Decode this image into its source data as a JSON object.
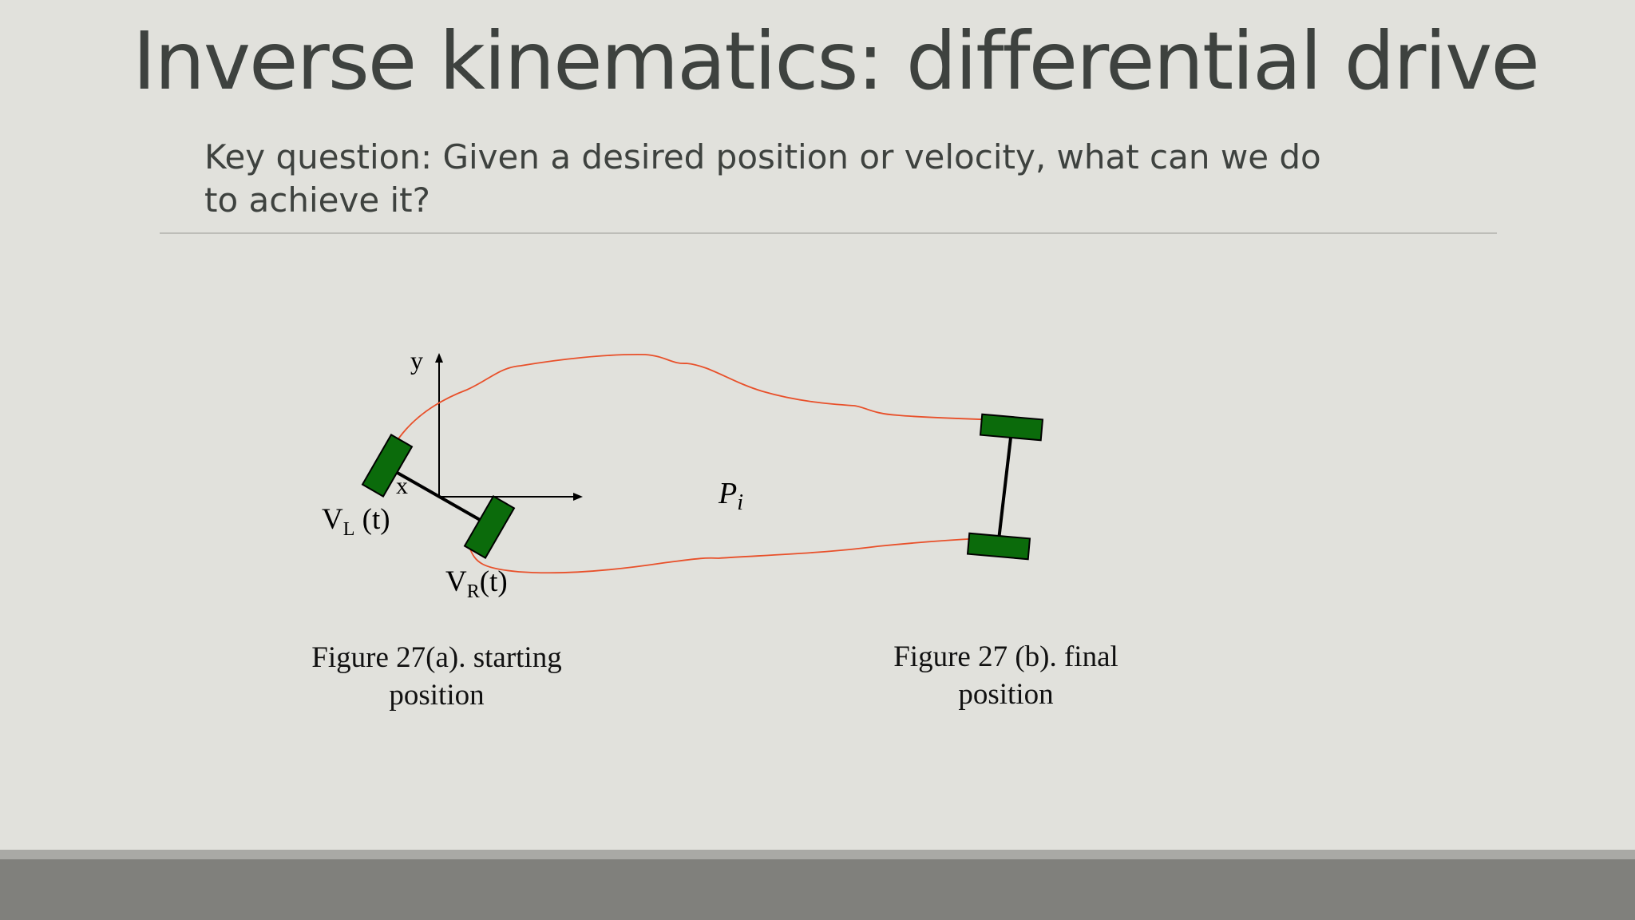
{
  "slide": {
    "title": "Inverse kinematics: differential drive",
    "subtitle": "Key question: Given a desired position or velocity, what can we do to achieve it?"
  },
  "diagram": {
    "axis_y_label": "y",
    "axis_x_label": "x",
    "left_wheel": {
      "label_main": "V",
      "label_sub": "L",
      "label_tail": " (t)"
    },
    "right_wheel": {
      "label_main": "V",
      "label_sub": "R",
      "label_tail": "(t)"
    },
    "path_label_main": "P",
    "path_label_sub": "i",
    "caption_start": "Figure 27(a). starting position",
    "caption_final": "Figure 27 (b). final position"
  },
  "colors": {
    "background": "#e1e1dc",
    "wheel": "#0b6b0b",
    "path": "#e8502a",
    "text": "#3e423f"
  }
}
